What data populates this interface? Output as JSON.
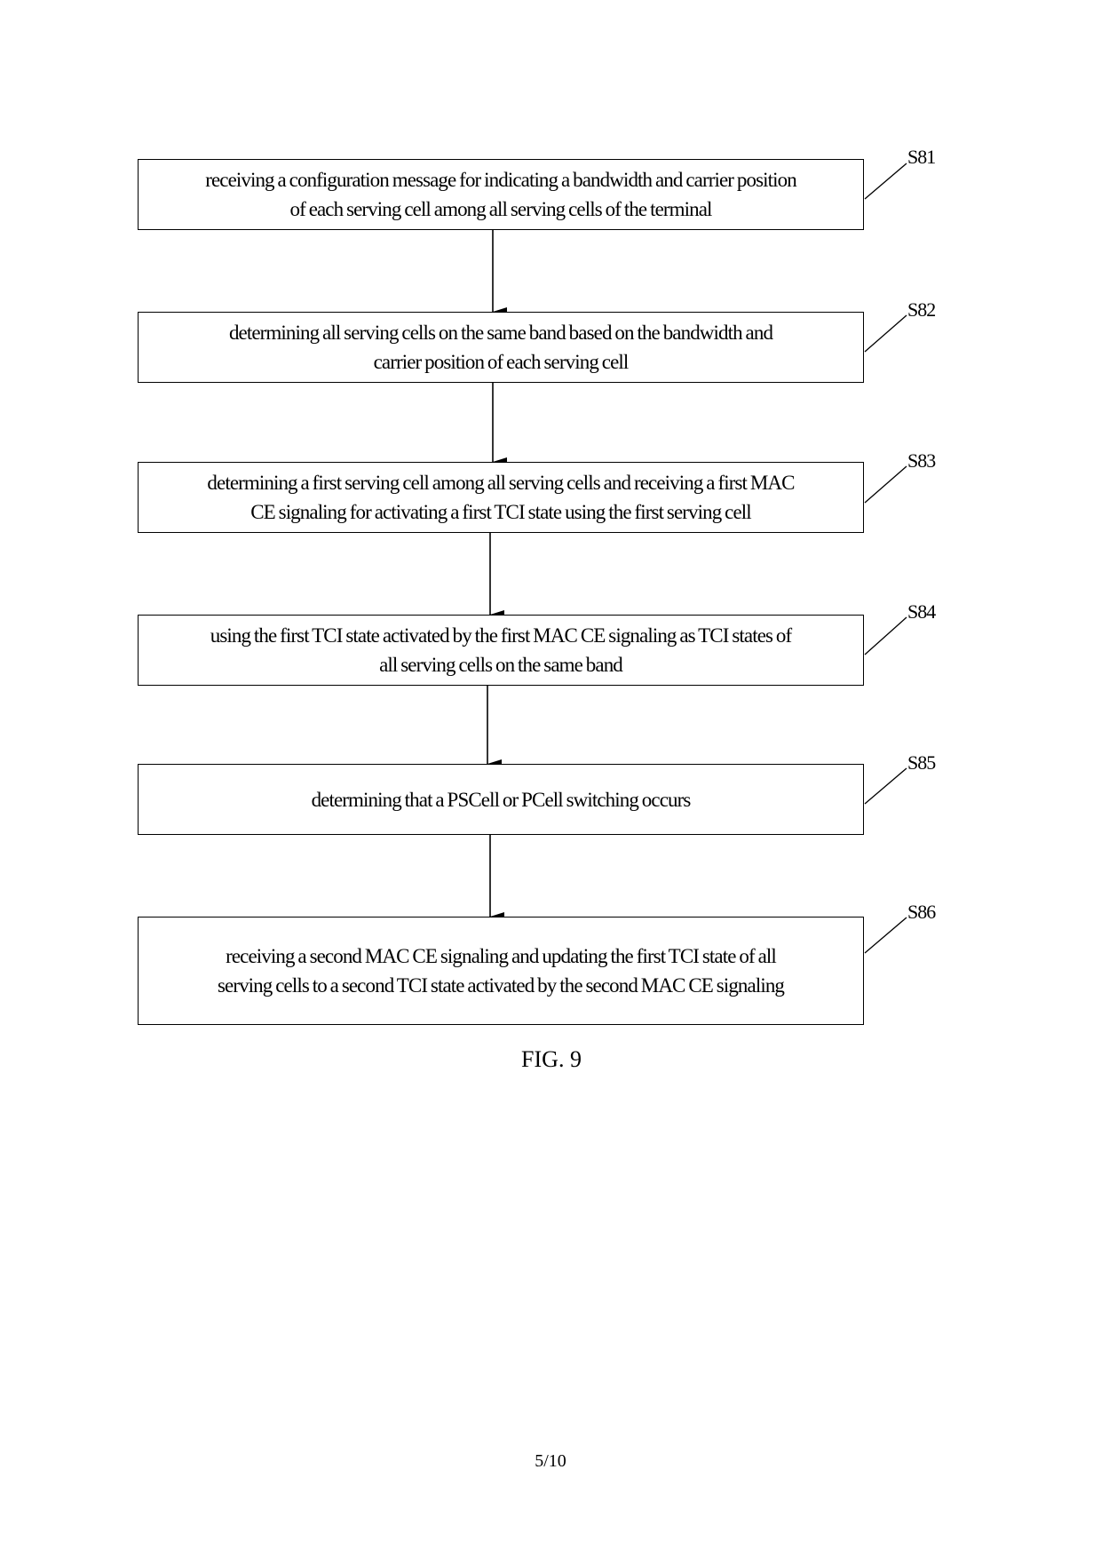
{
  "figure": {
    "caption": "FIG. 9",
    "page_number": "5/10"
  },
  "steps": [
    {
      "id": "S81",
      "text": "receiving a configuration message for indicating a bandwidth and carrier position\nof each serving cell among all serving cells of the terminal"
    },
    {
      "id": "S82",
      "text": "determining all serving cells on the same band based on the bandwidth and\ncarrier position of each serving cell"
    },
    {
      "id": "S83",
      "text": "determining a first serving cell among all serving cells and receiving a first MAC\nCE signaling for activating a first TCI state using the first serving cell"
    },
    {
      "id": "S84",
      "text": "using the first TCI state activated by the first MAC CE signaling as TCI states of\nall serving cells on the same band"
    },
    {
      "id": "S85",
      "text": "determining that a PSCell or PCell switching occurs"
    },
    {
      "id": "S86",
      "text": "receiving a second MAC CE signaling and updating the first TCI state of all\nserving cells to a second TCI state activated by the second MAC CE signaling"
    }
  ],
  "arrows": [
    {
      "from": "S81",
      "to": "S82"
    },
    {
      "from": "S82",
      "to": "S83"
    },
    {
      "from": "S83",
      "to": "S84"
    },
    {
      "from": "S84",
      "to": "S85"
    },
    {
      "from": "S85",
      "to": "S86"
    }
  ]
}
